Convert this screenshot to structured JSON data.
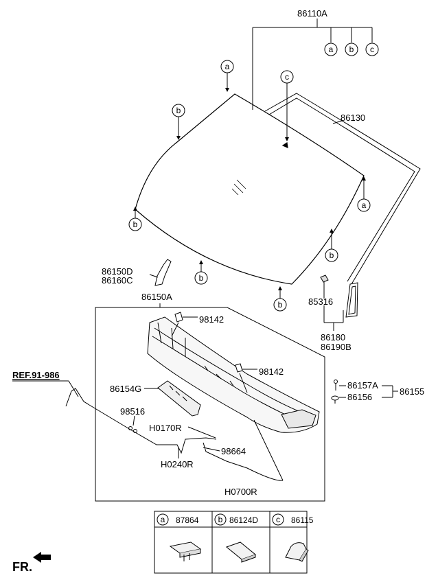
{
  "parts": {
    "p86110A": "86110A",
    "p86130": "86130",
    "p86150D": "86150D",
    "p86160C": "86160C",
    "p86150A": "86150A",
    "p98142a": "98142",
    "p98142b": "98142",
    "p85316": "85316",
    "p86180": "86180",
    "p86190B": "86190B",
    "p86154G": "86154G",
    "p86157A": "86157A",
    "p86155": "86155",
    "p86156": "86156",
    "p98516": "98516",
    "pH0170R": "H0170R",
    "p98664": "98664",
    "pH0240R": "H0240R",
    "pH0700R": "H0700R",
    "ref": "REF.91-986",
    "fr": "FR."
  },
  "callouts": {
    "a": "a",
    "b": "b",
    "c": "c"
  },
  "legend": [
    {
      "letter": "a",
      "part": "87864"
    },
    {
      "letter": "b",
      "part": "86124D"
    },
    {
      "letter": "c",
      "part": "86115"
    }
  ]
}
